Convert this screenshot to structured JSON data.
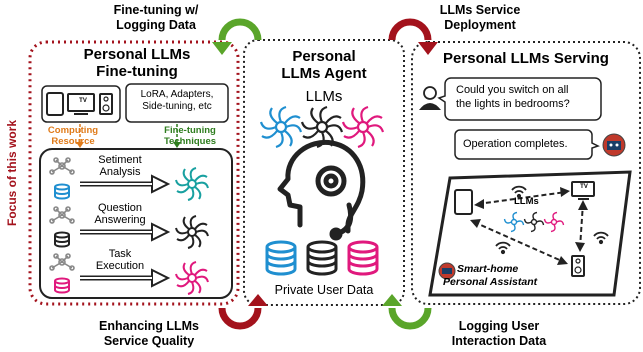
{
  "vertical_label": "Focus of this work",
  "arrows": {
    "top_left": [
      "Fine-tuning w/",
      "Logging Data"
    ],
    "top_right": [
      "LLMs Service",
      "Deployment"
    ],
    "bottom_left": [
      "Enhancing LLMs",
      "Service Quality"
    ],
    "bottom_right": [
      "Logging User",
      "Interaction Data"
    ]
  },
  "finetune": {
    "title_line1": "Personal LLMs",
    "title_line2": "Fine-tuning",
    "methods_line1": "LoRA, Adapters,",
    "methods_line2": "Side-tuning, etc",
    "tv_label": "TV",
    "computing_line1": "Computing",
    "computing_line2": "Resource",
    "techniques_line1": "Fine-tuning",
    "techniques_line2": "Techniques",
    "tasks": [
      {
        "line1": "Setiment",
        "line2": "Analysis"
      },
      {
        "line1": "Question",
        "line2": "Answering"
      },
      {
        "line1": "Task",
        "line2": "Execution"
      }
    ]
  },
  "agent": {
    "title_line1": "Personal",
    "title_line2": "LLMs Agent",
    "llms_label": "LLMs",
    "data_label": "Private User Data"
  },
  "serving": {
    "title": "Personal LLMs Serving",
    "question_line1": "Could you switch on all",
    "question_line2": "the lights in bedrooms?",
    "reply": "Operation completes.",
    "room_llms": "LLMs",
    "tv_label": "TV",
    "assistant_line1": "Smart-home",
    "assistant_line2": "Personal Assistant"
  },
  "colors": {
    "red_dashed": "#a3121c",
    "orange": "#e07b1a",
    "green": "#2e7d1e",
    "blue": "#1f8fd0",
    "teal": "#18a0a0",
    "pink": "#e0197d",
    "dark": "#222222",
    "arrow_green": "#5aa52a",
    "arrow_red": "#a3121c"
  }
}
